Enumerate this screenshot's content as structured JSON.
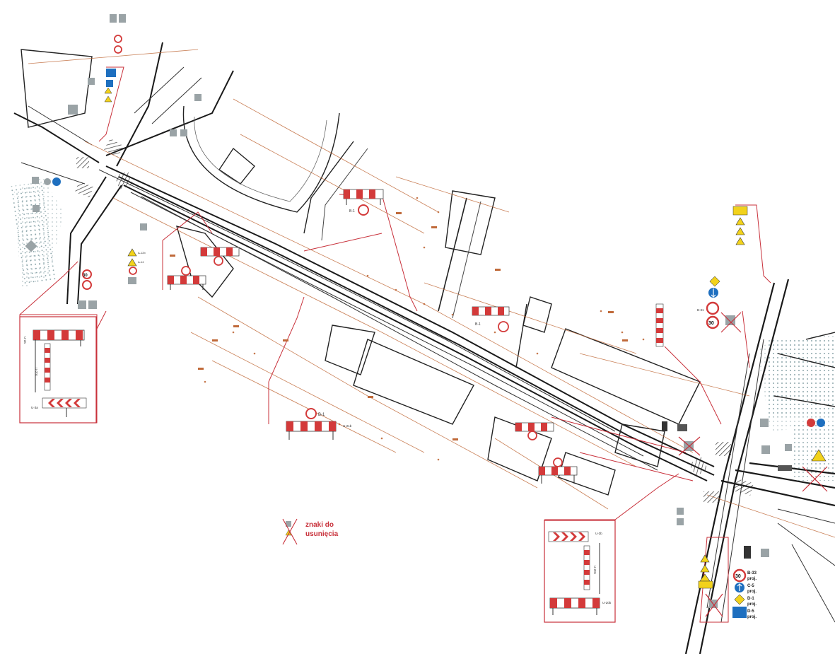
{
  "colors": {
    "road": "#1a1a1a",
    "survey": "#c06a3a",
    "annotation": "#c8303a",
    "barrier_red": "#d33a3a",
    "sign_yellow": "#f2d21b",
    "sign_blue": "#1e6fbf",
    "sign_grey": "#9aa3a6",
    "pavement_dots": "#8aa8ad"
  },
  "legend": {
    "line1": "znaki do",
    "line2": "usunięcia"
  },
  "signs": {
    "b1": "B-1",
    "b1_upper": "B-1",
    "b1_middle": "B-1",
    "b33_proj": "B-33",
    "proj": "proj.",
    "c5": "C-5",
    "d1": "D-1",
    "d5": "D-5",
    "speed30": "30",
    "b31": "B-31",
    "a12b": "A-12b",
    "a14": "A-14",
    "u21b": "U-21b"
  },
  "detail_boxes": {
    "left_title": "U-3a",
    "left_mid": "U-20c",
    "left_bottom": "U-3a",
    "right_top": "U-3b",
    "right_mid": "U-20c",
    "right_bottom": "U-20b"
  },
  "icons": [
    "road-sign-icon",
    "barrier-icon",
    "traffic-light-icon",
    "removed-sign-icon",
    "chevron-icon"
  ]
}
